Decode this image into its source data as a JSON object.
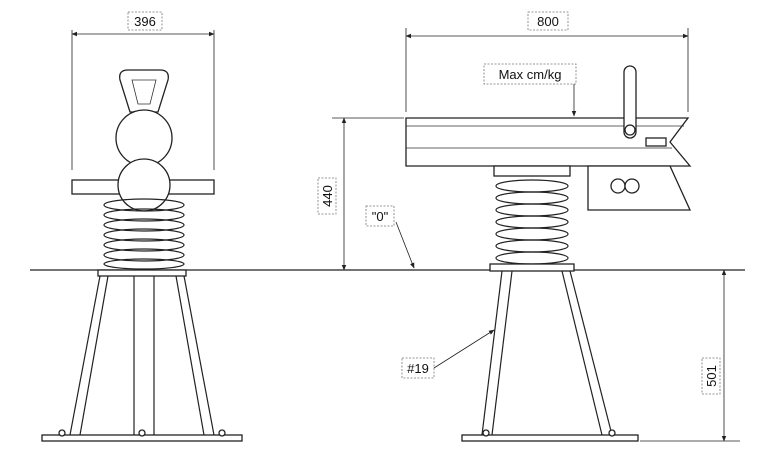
{
  "dimensions": {
    "front_width": "396",
    "side_length": "800",
    "seat_height": "440",
    "foundation_depth": "501"
  },
  "callouts": {
    "max_load": "Max cm/kg",
    "ground_level": "\"0\"",
    "item_number": "#19"
  }
}
